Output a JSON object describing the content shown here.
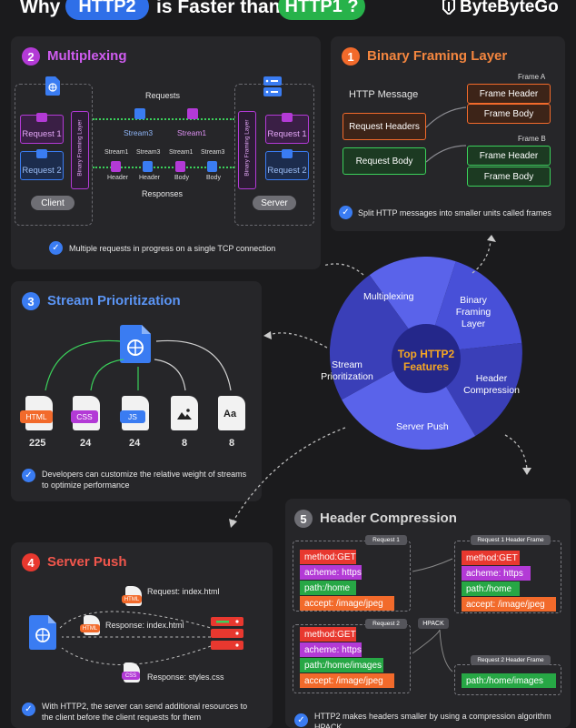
{
  "header": {
    "why": "Why",
    "http2": "HTTP2",
    "middle": "is Faster than",
    "http1": "HTTP1 ?",
    "brand": "ByteByteGo"
  },
  "multiplexing": {
    "number": "2",
    "title": "Multiplexing",
    "requests_label": "Requests",
    "responses_label": "Responses",
    "client": "Client",
    "server": "Server",
    "framing_layer": "Binary Framing Layer",
    "request1": "Request 1",
    "request2": "Request 2",
    "stream3": "Stream3",
    "stream1": "Stream1",
    "resp_streams": [
      "Stream1",
      "Stream3",
      "Stream1",
      "Stream3"
    ],
    "resp_types": [
      "Header",
      "Header",
      "Body",
      "Body"
    ],
    "note": "Multiple requests in progress on a single TCP connection"
  },
  "binary_framing": {
    "number": "1",
    "title": "Binary Framing Layer",
    "http_message": "HTTP Message",
    "request_headers": "Request Headers",
    "request_body": "Request Body",
    "frame_a": "Frame A",
    "frame_b": "Frame B",
    "frame_header": "Frame Header",
    "frame_body": "Frame Body",
    "note": "Split HTTP messages into smaller units called frames"
  },
  "stream_prioritization": {
    "number": "3",
    "title": "Stream Prioritization",
    "files": [
      "HTML",
      "CSS",
      "JS",
      "",
      "Aa"
    ],
    "weights": [
      "225",
      "24",
      "24",
      "8",
      "8"
    ],
    "note": "Developers can customize the relative weight of streams to optimize performance"
  },
  "wheel": {
    "center": "Top HTTP2 Features",
    "segments": [
      "Multiplexing",
      "Binary Framing Layer",
      "Header Compression",
      "Server Push",
      "Stream Prioritization"
    ]
  },
  "header_compression": {
    "number": "5",
    "title": "Header Compression",
    "request1": "Request 1",
    "request2": "Request 2",
    "hpack": "HPACK",
    "req1_frame": "Request 1 Header Frame",
    "req2_frame": "Request 2 Header Frame",
    "req1_headers": [
      "method:GET",
      "acheme: https",
      "path:/home",
      "accept: /image/jpeg"
    ],
    "req2_headers": [
      "method:GET",
      "acheme: https",
      "path:/home/images",
      "accept: /image/jpeg"
    ],
    "frame1_headers": [
      "method:GET",
      "acheme: https",
      "path:/home",
      "accept: /image/jpeg"
    ],
    "frame2_headers": [
      "path:/home/images"
    ],
    "note": "HTTP2 makes headers smaller by using a compression algorithm HPACK"
  },
  "server_push": {
    "number": "4",
    "title": "Server Push",
    "request": "Request: index.html",
    "response1": "Response: index.html",
    "response2": "Response: styles.css",
    "tag_html": "HTML",
    "tag_css": "CSS",
    "note": "With HTTP2, the server can send additional resources to the client before the client requests for them"
  },
  "colors": {
    "bg": "#1b1b1d",
    "panel": "#262629",
    "blue": "#3a7cf2",
    "orange": "#f26a2b",
    "green": "#3bd15b",
    "purple": "#b33ad6",
    "red": "#e8382f",
    "wheel_dark": "#3a3fb8",
    "wheel_light": "#5a63ea",
    "center_text": "#f5a623"
  }
}
